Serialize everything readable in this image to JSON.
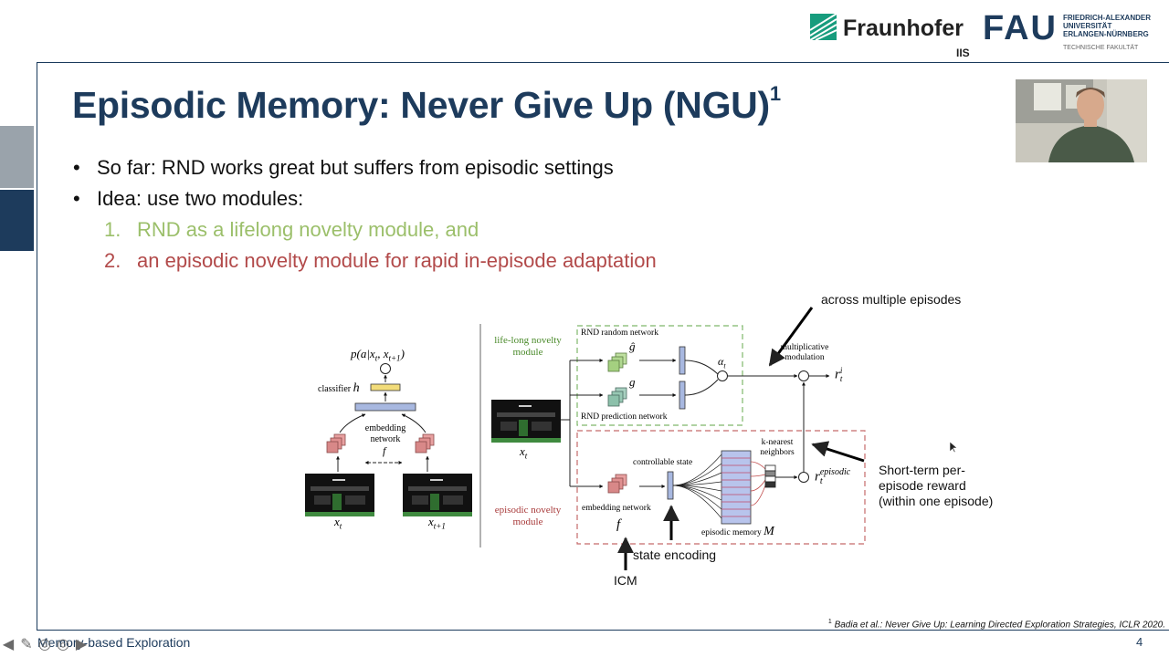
{
  "logos": {
    "fraunhofer": "Fraunhofer",
    "fraunhofer_sub": "IIS",
    "fau": "FAU",
    "fau_line1": "FRIEDRICH-ALEXANDER",
    "fau_line2": "UNIVERSITÄT",
    "fau_line3": "ERLANGEN-NÜRNBERG",
    "fau_line4": "TECHNISCHE FAKULTÄT"
  },
  "slide": {
    "title": "Episodic Memory: Never Give Up (NGU)",
    "title_sup": "1",
    "bullets": [
      {
        "marker": "•",
        "text": "So far: RND works great but suffers from episodic settings"
      },
      {
        "marker": "•",
        "text": "Idea: use two modules:"
      }
    ],
    "sub_items": [
      {
        "num": "1.",
        "text": "RND as a lifelong novelty module, and",
        "color": "#9bbf6a"
      },
      {
        "num": "2.",
        "text": "an episodic novelty module for rapid in-episode adaptation",
        "color": "#b24a4a"
      }
    ]
  },
  "figure": {
    "left": {
      "prob": "p(a|x",
      "prob_sub1": "t",
      "prob_mid": ", x",
      "prob_sub2": "t+1",
      "prob_end": ")",
      "classifier": "classifier",
      "h": "h",
      "embedding": "embedding",
      "network": "network",
      "f": "f",
      "xt": "x",
      "xt_sub": "t",
      "xt1": "x",
      "xt1_sub": "t+1"
    },
    "right": {
      "lifelong_1": "life-long novelty",
      "lifelong_2": "module",
      "episodic_1": "episodic novelty",
      "episodic_2": "module",
      "rnd_random": "RND random network",
      "rnd_pred": "RND prediction network",
      "g_hat": "ĝ",
      "g": "g",
      "alpha": "α",
      "alpha_sub": "t",
      "mult_1": "multiplicative",
      "mult_2": "modulation",
      "r_i": "r",
      "r_i_sub": "t",
      "r_i_sup": "i",
      "ctrl_state": "controllable state",
      "knn_1": "k-nearest",
      "knn_2": "neighbors",
      "r_ep": "r",
      "r_ep_sub": "t",
      "r_ep_sup": "episodic",
      "emb_net": "embedding network",
      "f": "f",
      "ep_mem": "episodic memory",
      "M": "M",
      "xt": "x",
      "xt_sub": "t"
    },
    "annotations": {
      "across": "across multiple episodes",
      "short_1": "Short-term per-",
      "short_2": "episode reward",
      "short_3": "(within one episode)",
      "state_enc": "state encoding",
      "icm": "ICM"
    }
  },
  "footer": {
    "title": "Memory-based Exploration",
    "page": "4",
    "footnote_sup": "1",
    "footnote": " Badia et al.: Never Give Up: Learning Directed Exploration Strategies, ICLR 2020."
  },
  "nav_icons": [
    "◀",
    "✎",
    "◎",
    "◎",
    "▶"
  ],
  "colors": {
    "title": "#1d3b5c",
    "sidebar_light": "#9aa3ab",
    "sidebar_dark": "#1d3b5c",
    "lifelong_box": "#7fb86a",
    "episodic_box": "#c56a6a",
    "fraunhofer_green": "#179c7d"
  }
}
